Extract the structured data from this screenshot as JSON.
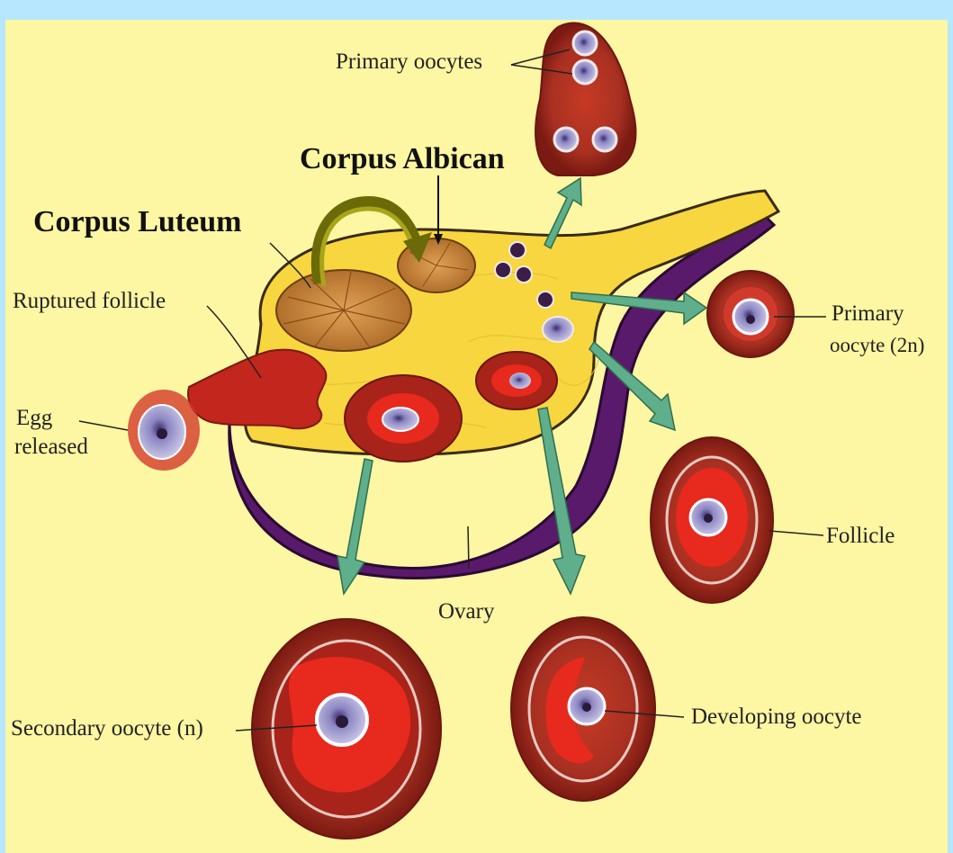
{
  "labels": {
    "primary_oocytes": "Primary oocytes",
    "corpus_albican": "Corpus Albican",
    "corpus_luteum": "Corpus Luteum",
    "ruptured_follicle": "Ruptured follicle",
    "egg_released_line1": "Egg",
    "egg_released_line2": "released",
    "primary_oocyte_2n_line1": "Primary",
    "primary_oocyte_2n_line2": "oocyte (2n)",
    "follicle": "Follicle",
    "ovary": "Ovary",
    "secondary_oocyte": "Secondary oocyte (n)",
    "developing_oocyte": "Developing oocyte"
  },
  "colors": {
    "background": "#fdf6a2",
    "frame": "#b7e7ff",
    "ovary_yellow": "#f7d640",
    "ovary_purple": "#5a1a6b",
    "follicle_red": "#d8231c",
    "follicle_rim": "#8b1f17",
    "arrow_green": "#5fae8c",
    "curved_arrow": "#6b6a08"
  }
}
